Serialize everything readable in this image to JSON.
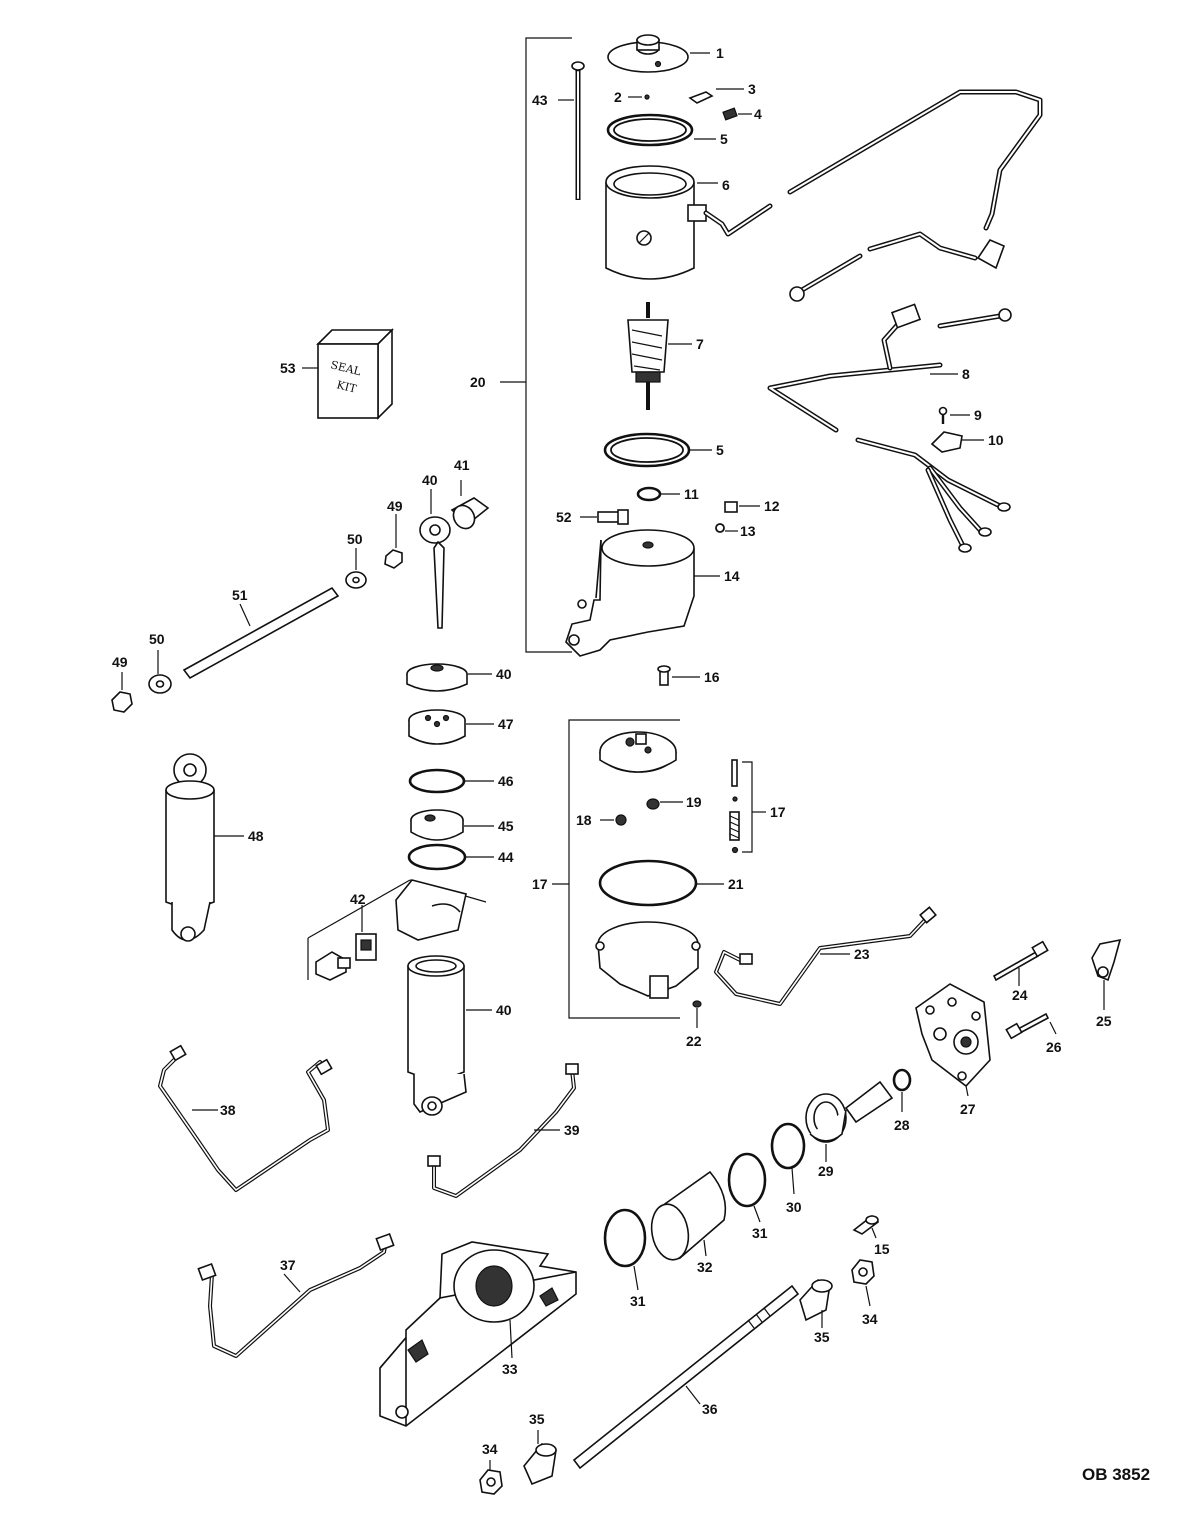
{
  "figure": {
    "code": "OB 3852",
    "seal_kit_text": [
      "SEAL",
      "KIT"
    ]
  },
  "callouts": {
    "c1": "1",
    "c2": "2",
    "c3": "3",
    "c4": "4",
    "c5a": "5",
    "c5b": "5",
    "c6": "6",
    "c7": "7",
    "c8": "8",
    "c9": "9",
    "c10": "10",
    "c11": "11",
    "c12": "12",
    "c13": "13",
    "c14": "14",
    "c15": "15",
    "c16": "16",
    "c17a": "17",
    "c17b": "17",
    "c18": "18",
    "c19": "19",
    "c20": "20",
    "c21": "21",
    "c22": "22",
    "c23": "23",
    "c24": "24",
    "c25": "25",
    "c26": "26",
    "c27": "27",
    "c28": "28",
    "c29": "29",
    "c30": "30",
    "c31a": "31",
    "c31b": "31",
    "c32": "32",
    "c33": "33",
    "c34a": "34",
    "c34b": "34",
    "c35a": "35",
    "c35b": "35",
    "c36": "36",
    "c37": "37",
    "c38": "38",
    "c39": "39",
    "c40a": "40",
    "c40b": "40",
    "c40c": "40",
    "c41": "41",
    "c42": "42",
    "c43": "43",
    "c44": "44",
    "c45": "45",
    "c46": "46",
    "c47": "47",
    "c48": "48",
    "c49a": "49",
    "c49b": "49",
    "c50a": "50",
    "c50b": "50",
    "c51": "51",
    "c52": "52",
    "c53": "53"
  }
}
